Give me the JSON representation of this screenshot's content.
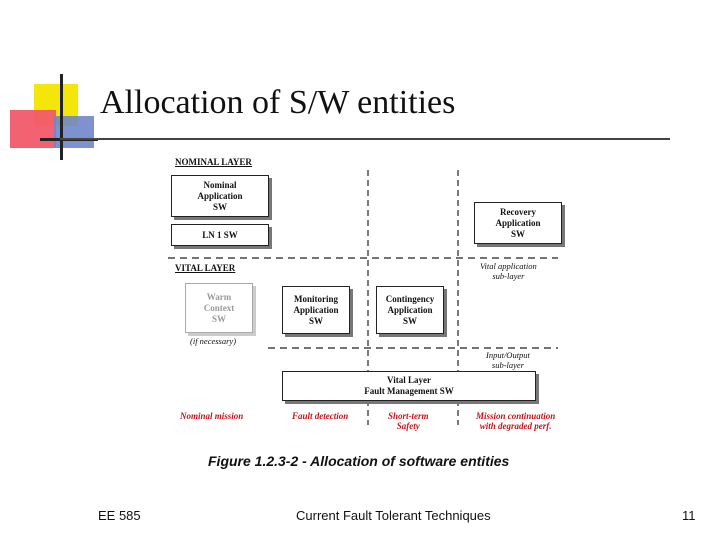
{
  "title": "Allocation of S/W entities",
  "diagram": {
    "nominal_layer_label": "NOMINAL LAYER",
    "vital_layer_label": "VITAL LAYER",
    "boxes": {
      "nominal_app": "Nominal\nApplication\nSW",
      "ln1": "LN 1 SW",
      "recovery_app": "Recovery\nApplication\nSW",
      "warm_context": "Warm\nContext\nSW",
      "monitoring_app": "Monitoring\nApplication\nSW",
      "contingency_app": "Contingency\nApplication\nSW",
      "vital_fm": "Vital Layer\nFault Management SW"
    },
    "notes": {
      "if_necessary": "(if necessary)",
      "vital_app_sublayer": "Vital application\nsub-layer",
      "io_sublayer": "Input/Output\nsub-layer"
    },
    "phases": {
      "nominal_mission": "Nominal mission",
      "fault_detection": "Fault detection",
      "short_term_safety": "Short-term\nSafety",
      "mission_continuation": "Mission continuation\nwith degraded perf."
    },
    "caption": "Figure 1.2.3-2 - Allocation of software entities",
    "colors": {
      "phase_text": "#c0141c"
    }
  },
  "footer": {
    "course": "EE 585",
    "topic": "Current Fault Tolerant Techniques",
    "page": "11"
  }
}
